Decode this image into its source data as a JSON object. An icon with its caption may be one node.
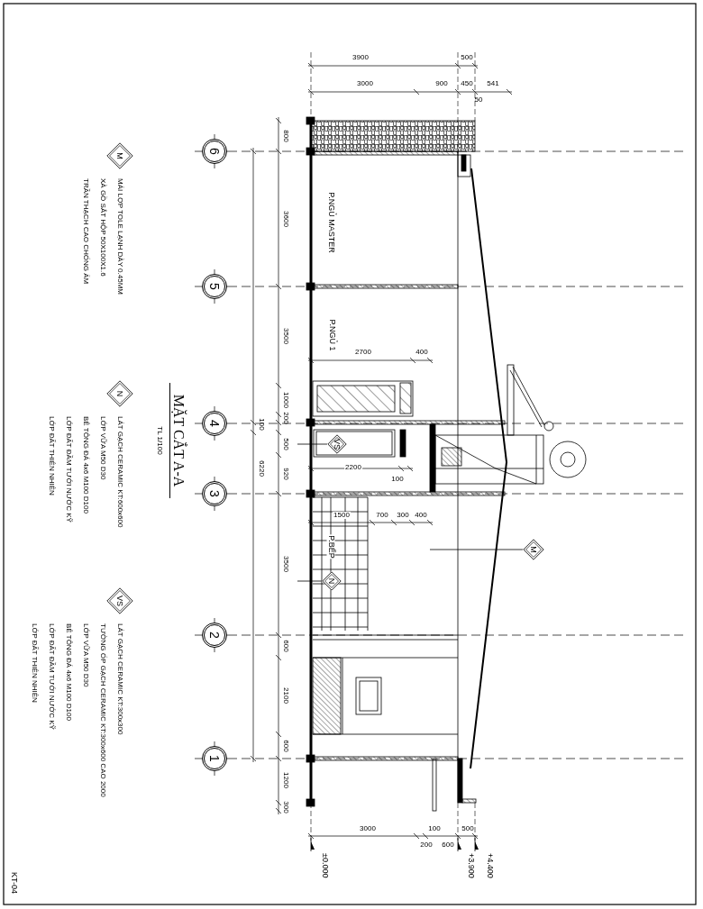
{
  "diagram": {
    "title": "MẶT CẮT A-A",
    "caption": "TL 1/100",
    "nodes": [
      {
        "text": [
          "M"
        ],
        "beside": [
          "MÁI LỢP TOLE LẠNH DÀY 0.45MM",
          "XÀ GỒ SẮT HỘP 50X100X1.6",
          "TRẦN THẠCH CAO CHỐNG ẨM"
        ]
      },
      {
        "text": [
          "N"
        ],
        "beside": [
          "LÁT GẠCH CERAMIC KT:600x600",
          "LỚP VỮA M50 D30",
          "BÊ TÔNG ĐÁ 4x6 M100 D100",
          "LỚP ĐẤT ĐẦM TƯỚI NƯỚC KỸ",
          "LỚP ĐẤT THIÊN NHIÊN"
        ]
      },
      {
        "text": [
          "VS"
        ],
        "beside": [
          "LÁT GẠCH CERAMIC KT:300x300",
          "TƯỜNG ỐP GẠCH CERAMIC KT:300x600 CAO 2000",
          "LỚP VỮA M50 D30",
          "BÊ TÔNG ĐÁ 4x6 M100 D100",
          "LỚP ĐẤT ĐẦM TƯỚI NƯỚC KỸ",
          "LỚP ĐẤT THIÊN NHIÊN"
        ]
      },
      {
        "text": [
          "6"
        ]
      },
      {
        "text": [
          "5"
        ]
      },
      {
        "text": [
          "4"
        ]
      },
      {
        "text": [
          "3"
        ]
      },
      {
        "text": [
          "2"
        ]
      },
      {
        "text": [
          "1"
        ]
      },
      {
        "text": [
          "VS"
        ]
      },
      {
        "text": [
          "N"
        ]
      },
      {
        "text": [
          "M"
        ]
      }
    ],
    "edges": [
      {
        "from": 9,
        "to": null,
        "arrow": "none"
      },
      {
        "from": 10,
        "to": null,
        "arrow": "none"
      },
      {
        "from": 11,
        "to": null,
        "arrow": "none"
      }
    ],
    "labels": [
      "3900",
      "500",
      "3000",
      "900",
      "450",
      "541",
      "50",
      "800",
      "3600",
      "3500",
      "1000",
      "200",
      "100",
      "6220",
      "500",
      "920",
      "3500",
      "600",
      "2100",
      "600",
      "1200",
      "300",
      "2700",
      "400",
      "2200",
      "100",
      "1500",
      "700",
      "300",
      "400",
      "P.NGỦ MASTER",
      "P.NGỦ 1",
      "P.BẾP",
      "3000",
      "100",
      "200",
      "600",
      "500",
      "±0.000",
      "+3.900",
      "+4.400",
      "KT-04"
    ]
  }
}
